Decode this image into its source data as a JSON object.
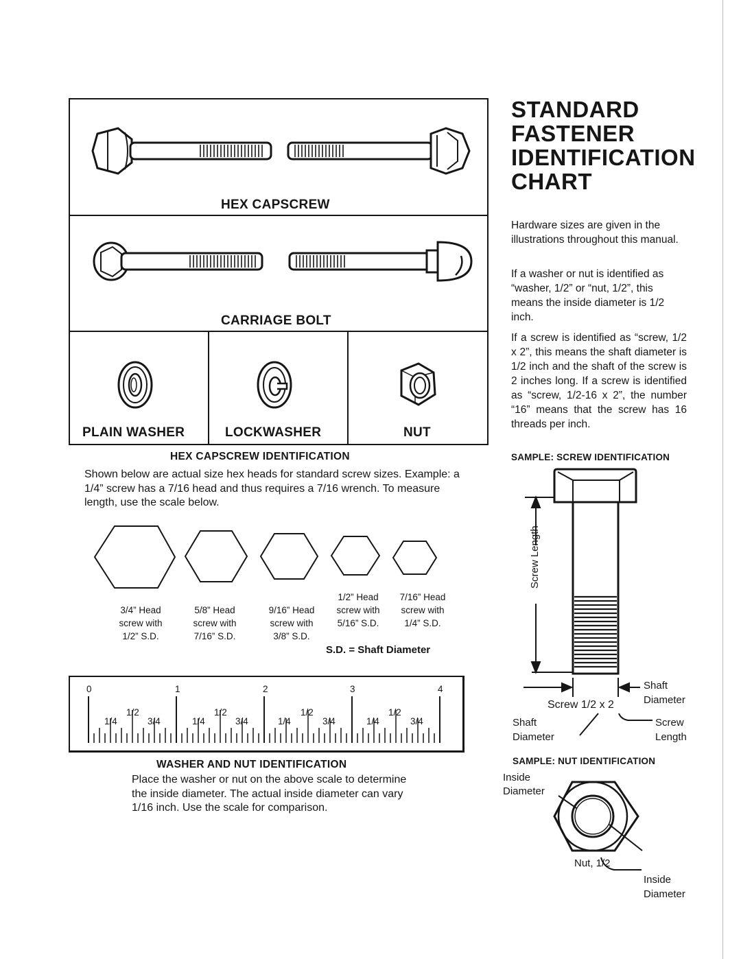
{
  "title": {
    "line1": "STANDARD",
    "line2": "FASTENER",
    "line3": "IDENTIFICATION",
    "line4": "CHART"
  },
  "chart_box": {
    "hex_capscrew": "HEX CAPSCREW",
    "carriage_bolt": "CARRIAGE BOLT",
    "plain_washer": "PLAIN WASHER",
    "lockwasher": "LOCKWASHER",
    "nut": "NUT"
  },
  "intro": {
    "p1": "Hardware sizes are given in the illustrations throughout this manual.",
    "p2": "If a washer or nut is identified as “washer, 1/2” or “nut, 1/2”, this means the inside diameter is 1/2 inch.",
    "p3": "If a screw is identified as “screw, 1/2 x 2”, this means the shaft diameter is 1/2 inch and the shaft of the screw is 2 inches long. If a screw is identified as “screw, 1/2-16 x 2”, the number “16” means that the screw has 16 threads per inch."
  },
  "hex_id": {
    "heading": "HEX CAPSCREW IDENTIFICATION",
    "text": "Shown below are actual size hex heads for standard screw sizes. Example: a 1/4” screw has a 7/16 head and thus requires a 7/16 wrench. To measure length, use the scale below.",
    "heads": [
      {
        "line1": "3/4” Head",
        "line2": "screw with",
        "line3": "1/2” S.D."
      },
      {
        "line1": "5/8” Head",
        "line2": "screw with",
        "line3": "7/16” S.D."
      },
      {
        "line1": "9/16” Head",
        "line2": "screw with",
        "line3": "3/8” S.D."
      },
      {
        "line1": "1/2” Head",
        "line2": "screw with",
        "line3": "5/16” S.D."
      },
      {
        "line1": "7/16” Head",
        "line2": "screw with",
        "line3": "1/4” S.D."
      }
    ],
    "sd_legend": "S.D. = Shaft Diameter"
  },
  "ruler": {
    "inches": [
      "0",
      "1",
      "2",
      "3",
      "4"
    ],
    "fractions": {
      "quarter": "1/4",
      "half": "1/2",
      "three_quarter": "3/4"
    }
  },
  "washer_nut_id": {
    "heading": "WASHER AND NUT IDENTIFICATION",
    "text": "Place the washer or nut on the above scale to determine the inside diameter. The actual inside diameter can vary 1/16 inch. Use the scale for comparison."
  },
  "sample_screw": {
    "heading": "SAMPLE: SCREW IDENTIFICATION",
    "screw_length": "Screw Length",
    "shaft_diameter_top": "Shaft",
    "shaft_diameter_bottom": "Diameter",
    "formula": "Screw 1/2 x 2",
    "left_label_1": "Shaft",
    "left_label_2": "Diameter",
    "right_label_1": "Screw",
    "right_label_2": "Length"
  },
  "sample_nut": {
    "heading": "SAMPLE: NUT IDENTIFICATION",
    "inside_1": "Inside",
    "diameter_1": "Diameter",
    "nut_label": "Nut, 1/2",
    "inside_2": "Inside",
    "diameter_2": "Diameter"
  }
}
